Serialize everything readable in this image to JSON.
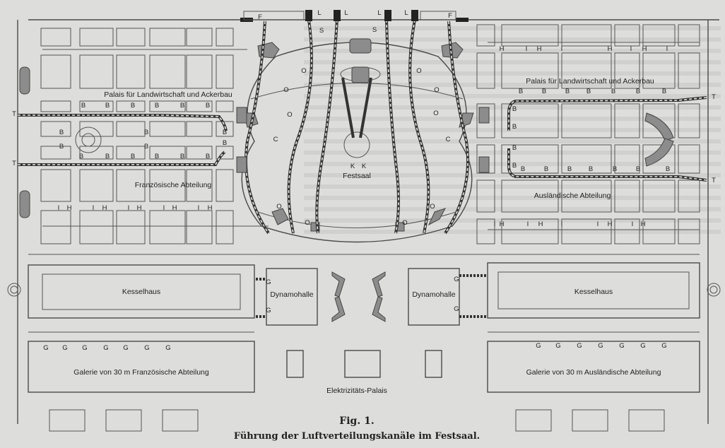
{
  "figure": {
    "number": "Fig. 1.",
    "caption": "Führung der Luftverteilungskanäle im Festsaal."
  },
  "rooms": {
    "festsaal": "Festsaal",
    "palais_left": "Palais für Landwirtschaft und Ackerbau",
    "palais_right": "Palais für Landwirtschaft und Ackerbau",
    "franz_abteilung": "Französische Abteilung",
    "ausl_abteilung": "Ausländische Abteilung",
    "kesselhaus_left": "Kesselhaus",
    "kesselhaus_right": "Kesselhaus",
    "dynamohalle_left": "Dynamohalle",
    "dynamohalle_right": "Dynamohalle",
    "galerie_left": "Galerie von 30 m Französische Abteilung",
    "galerie_right": "Galerie von 30 m Ausländische Abteilung",
    "elektrizitaets_palais": "Elektrizitäts-Palais"
  },
  "markers": {
    "B": "B",
    "H": "H",
    "I": "I",
    "G": "G",
    "O": "O",
    "C": "C",
    "L": "L",
    "S": "S",
    "F": "F",
    "T": "T",
    "K": "K"
  },
  "colors": {
    "paper": "#dddddb",
    "ink": "#333333",
    "hatch": "#8c8c8c"
  }
}
